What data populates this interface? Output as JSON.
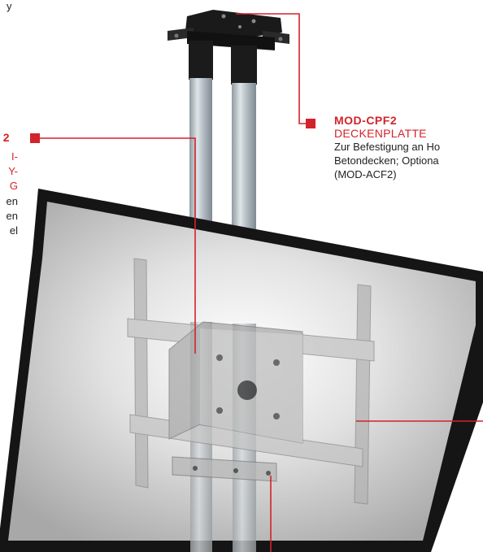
{
  "colors": {
    "accent": "#d2232a",
    "pole": "#a9b4bb",
    "screen_frame": "#151515",
    "screen_face": "#b8b8b8",
    "bracket": "#bdbdbd"
  },
  "callout_right": {
    "code": "MOD-CPF2",
    "title": "DECKENPLATTE",
    "desc_lines": [
      "Zur Befestigung an Ho",
      "Betondecken; Optiona",
      "(MOD-ACF2)"
    ]
  },
  "callout_left": {
    "code_fragment": "2",
    "title_fragments": [
      "I-",
      "Y-",
      "G"
    ],
    "desc_fragments": [
      "en",
      "en",
      "el"
    ]
  },
  "corner_fragment": "y"
}
